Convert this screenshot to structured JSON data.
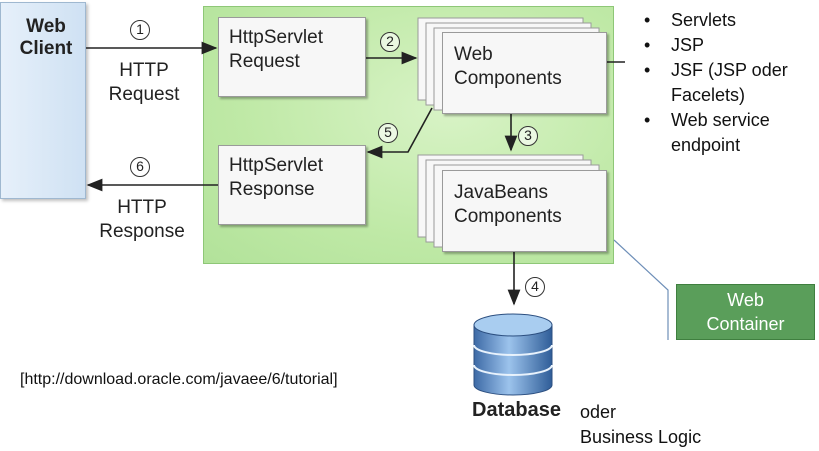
{
  "client": {
    "line1": "Web",
    "line2": "Client"
  },
  "http_request": {
    "line1": "HTTP",
    "line2": "Request"
  },
  "http_response": {
    "line1": "HTTP",
    "line2": "Response"
  },
  "servlet_request": {
    "line1": "HttpServlet",
    "line2": "Request"
  },
  "servlet_response": {
    "line1": "HttpServlet",
    "line2": "Response"
  },
  "web_components": {
    "line1": "Web",
    "line2": "Components"
  },
  "javabeans_components": {
    "line1": "JavaBeans",
    "line2": "Components"
  },
  "steps": [
    "1",
    "2",
    "3",
    "4",
    "5",
    "6"
  ],
  "web_component_types": [
    "Servlets",
    "JSP",
    "JSF (JSP oder Facelets)",
    "Web service endpoint"
  ],
  "web_container": {
    "line1": "Web",
    "line2": "Container"
  },
  "database": {
    "label": "Database",
    "alt1": "oder",
    "alt2": "Business Logic"
  },
  "source": "[http://download.oracle.com/javaee/6/tutorial]",
  "colors": {
    "container_green": "#bfe9a6",
    "web_container_box": "#5a9e5a",
    "client_blue": "#dbe8f6",
    "database_blue": "#6a9ad0"
  }
}
